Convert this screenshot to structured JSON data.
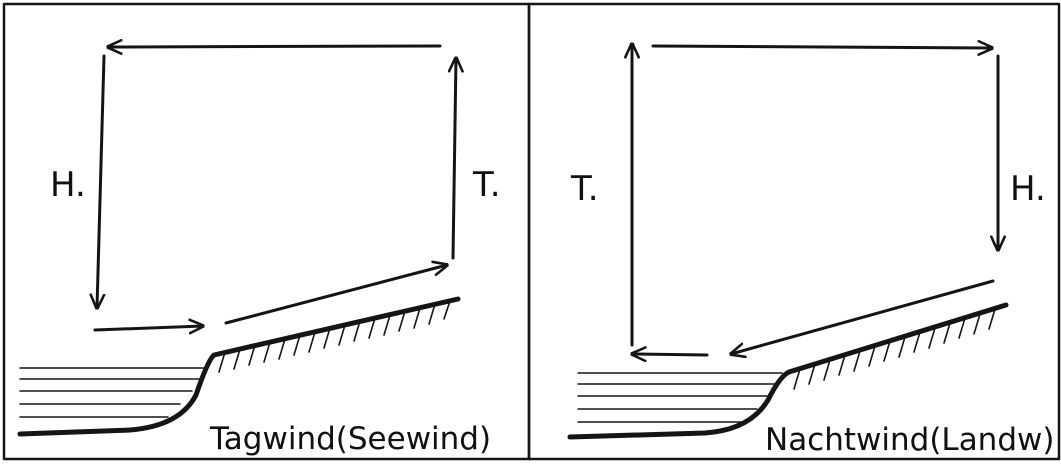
{
  "left_panel": {
    "caption": "Tagwind(Seewind)",
    "label_high": "H.",
    "label_low": "T."
  },
  "right_panel": {
    "caption": "Nachtwind(Landw)",
    "label_high": "H.",
    "label_low": "T."
  }
}
